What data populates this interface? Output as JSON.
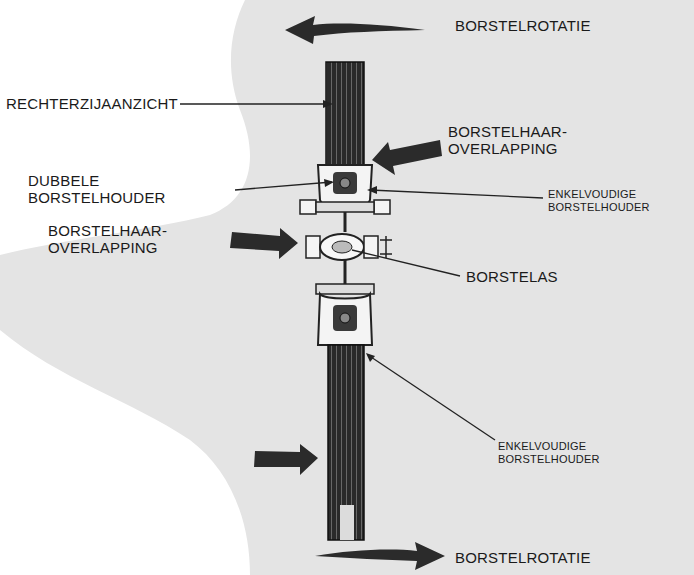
{
  "diagram": {
    "labels": [
      "BORSTELROTATIE",
      "RECHTERZIJAANZICHT",
      "BORSTELHAAR- OVERLAPPING",
      "DUBBELE BORSTELHOUDER",
      "ENKELVOUDIGE BORSTELHOUDER",
      "BORSTELHAAR- OVERLAPPING",
      "BORSTELAS",
      "ENKELVOUDIGE BORSTELHOUDER",
      "BORSTELROTATIE"
    ]
  }
}
